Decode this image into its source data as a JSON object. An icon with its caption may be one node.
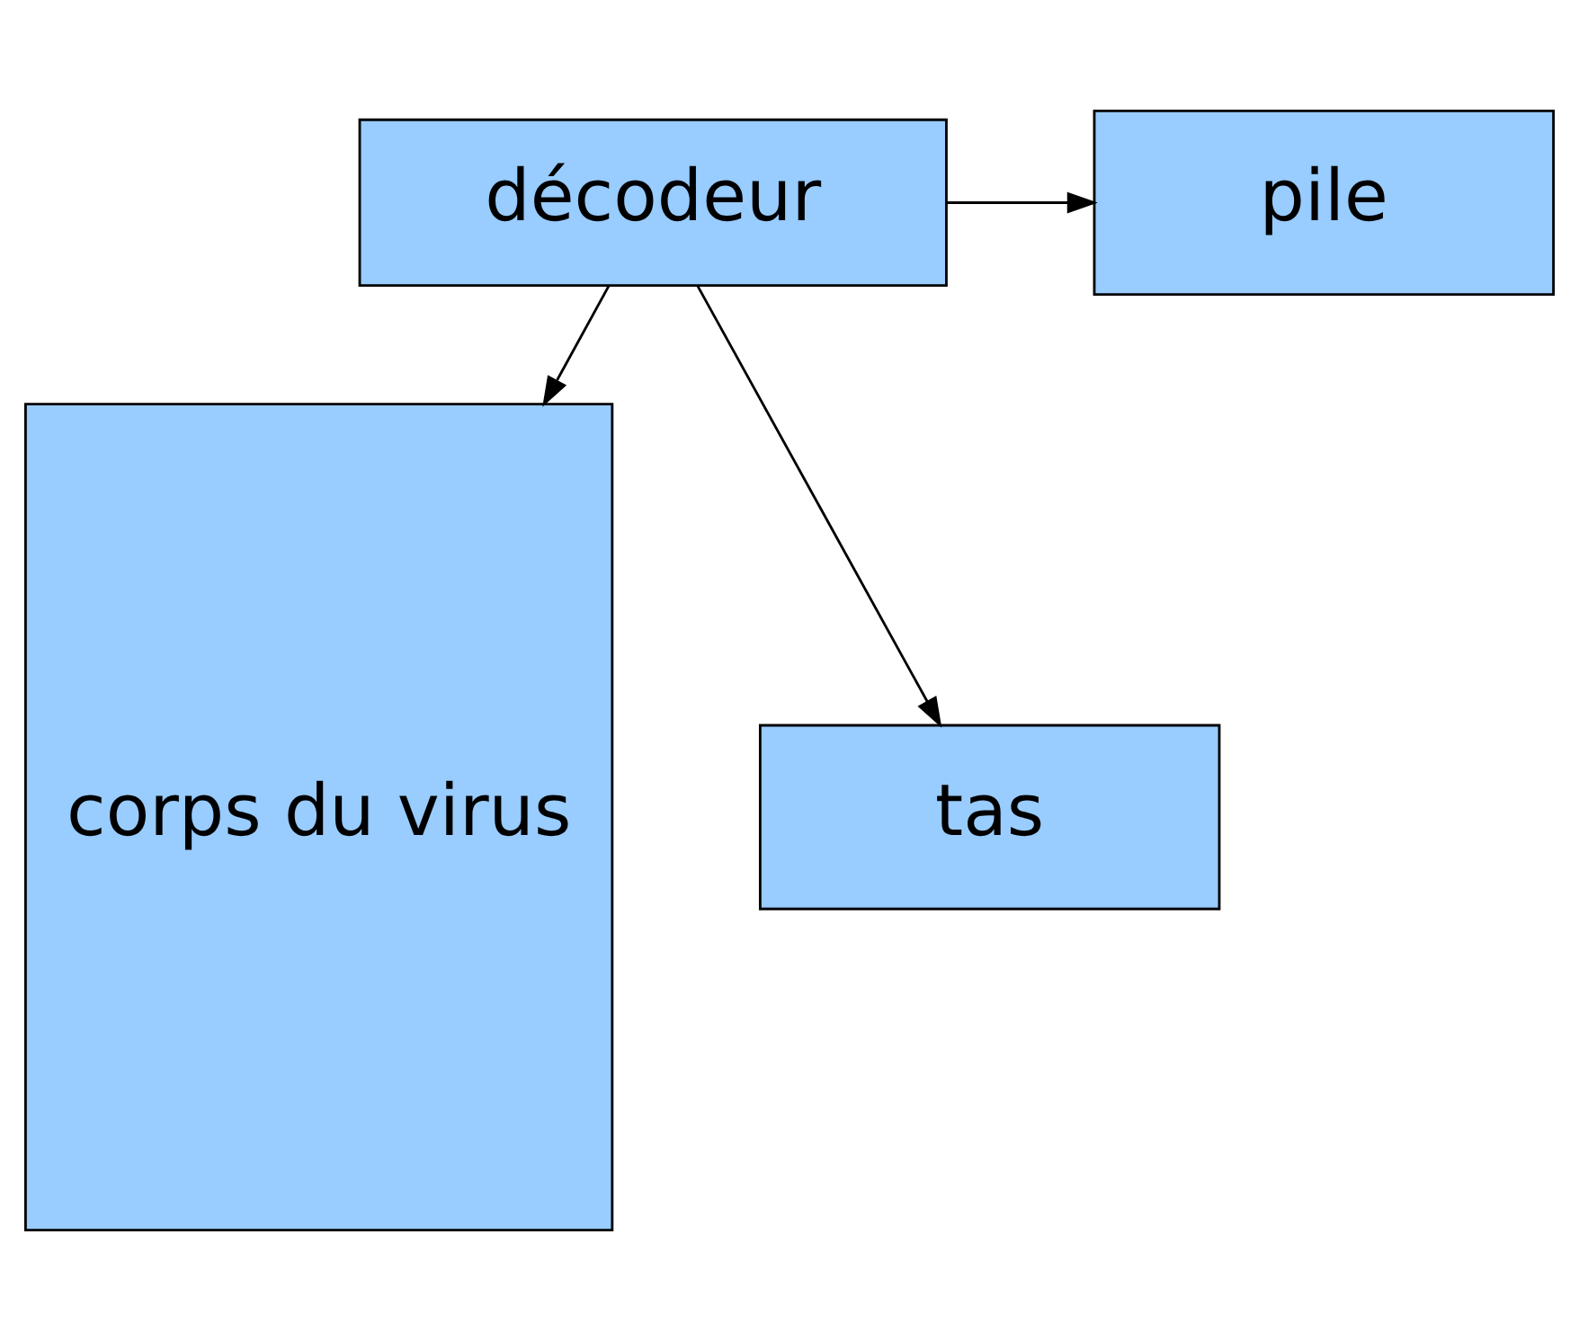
{
  "diagram": {
    "nodes": [
      {
        "text": [
          "décodeur"
        ]
      },
      {
        "text": [
          "corps du virus"
        ]
      },
      {
        "text": [
          "pile"
        ]
      },
      {
        "text": [
          "tas"
        ]
      }
    ],
    "edges": [
      {
        "from": 0,
        "to": 2,
        "arrow": "to"
      },
      {
        "from": 0,
        "to": 3,
        "arrow": "to"
      },
      {
        "from": 0,
        "to": 1,
        "arrow": "to"
      }
    ]
  }
}
